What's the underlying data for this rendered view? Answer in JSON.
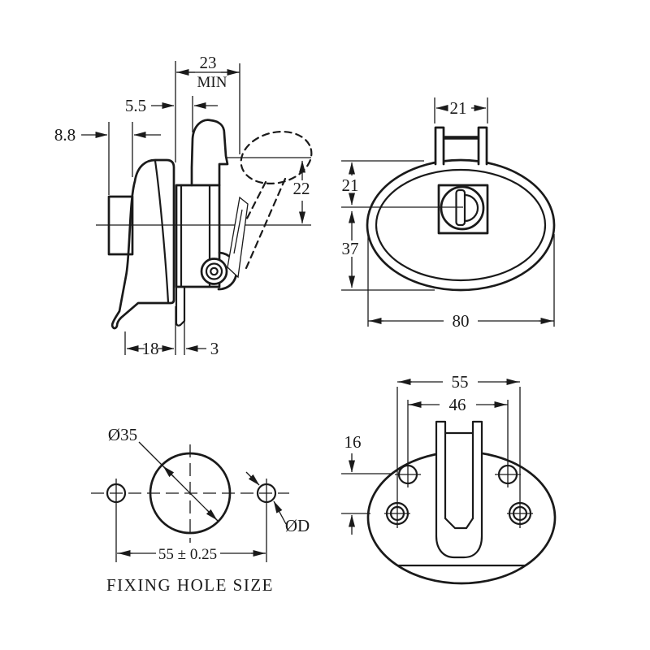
{
  "drawing": {
    "background": "#ffffff",
    "line_color": "#1a1a1a",
    "views": {
      "side": {
        "dims": {
          "min_width": "23",
          "min_qualifier": "MIN",
          "latch_offset": "5.5",
          "barrel_depth": "8.8",
          "throw": "22",
          "handle_depth": "18",
          "lip": "3"
        }
      },
      "front": {
        "dims": {
          "hook_width": "21",
          "top_to_center": "21",
          "center_to_bottom": "37",
          "overall_width": "80"
        }
      },
      "fixing": {
        "caption": "FIXING HOLE SIZE",
        "dims": {
          "main_hole": "Ø35",
          "side_hole": "ØD",
          "hole_spacing": "55 ± 0.25"
        }
      },
      "back": {
        "dims": {
          "outer_hole_spacing": "55",
          "inner_hole_spacing": "46",
          "hole_row_offset": "16"
        }
      }
    }
  }
}
